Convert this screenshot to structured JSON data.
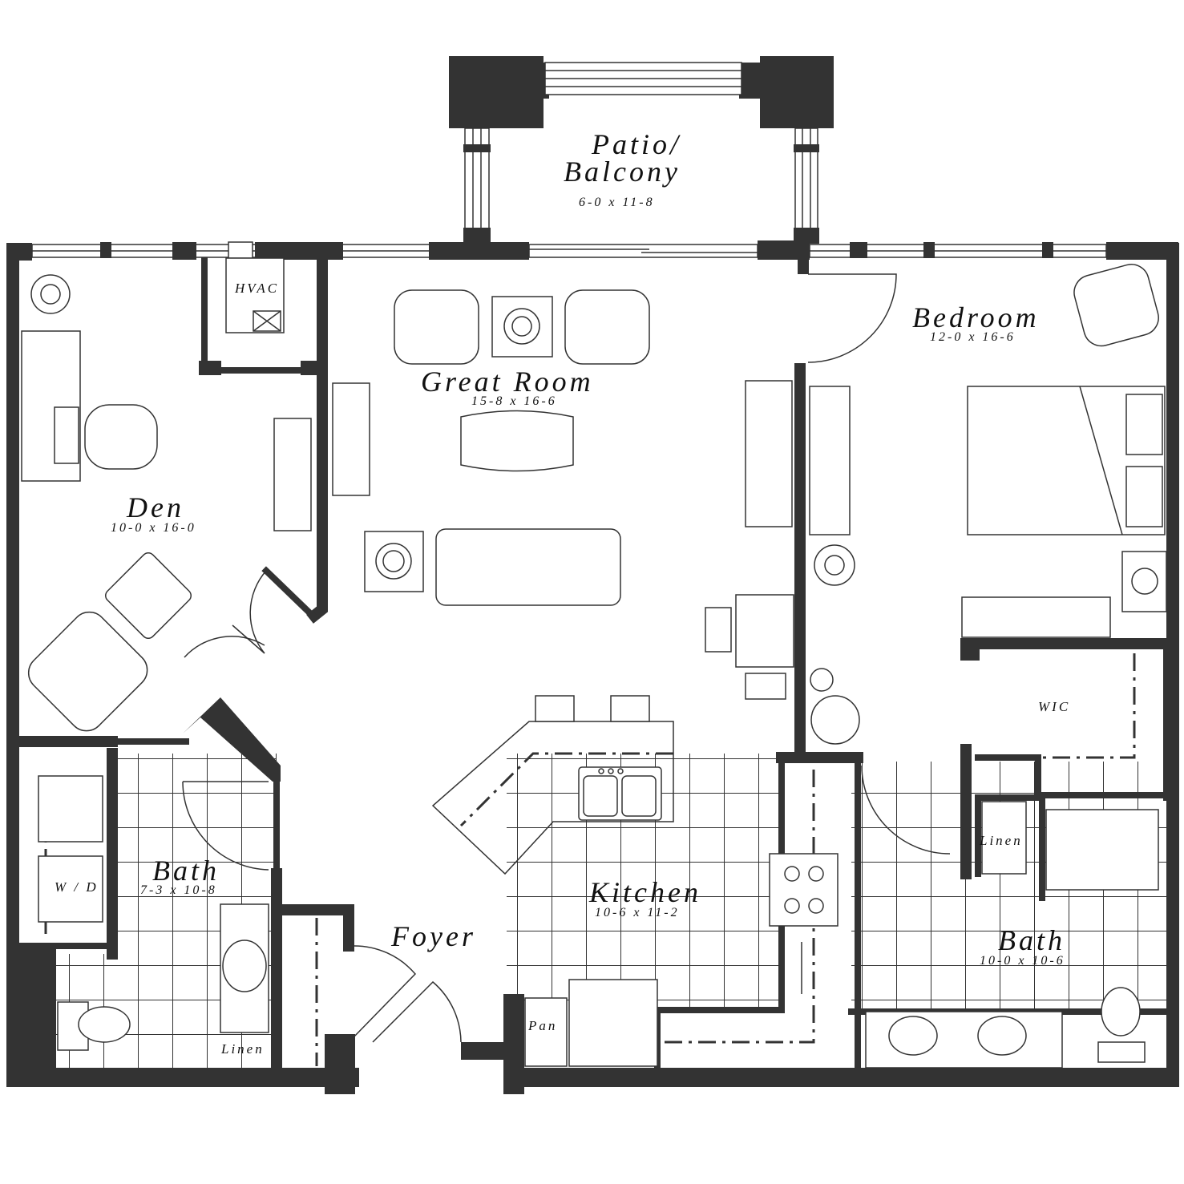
{
  "rooms": {
    "patio": {
      "name_line1": "Patio/",
      "name_line2": "Balcony",
      "dims": "6-0 x 11-8"
    },
    "great_room": {
      "name": "Great Room",
      "dims": "15-8 x 16-6"
    },
    "bedroom": {
      "name": "Bedroom",
      "dims": "12-0 x 16-6"
    },
    "den": {
      "name": "Den",
      "dims": "10-0 x 16-0"
    },
    "bath_left": {
      "name": "Bath",
      "dims": "7-3 x 10-8"
    },
    "kitchen": {
      "name": "Kitchen",
      "dims": "10-6 x 11-2"
    },
    "bath_right": {
      "name": "Bath",
      "dims": "10-0 x 10-6"
    },
    "foyer": {
      "name": "Foyer"
    }
  },
  "labels": {
    "hvac": "HVAC",
    "wic": "WIC",
    "washer_dryer": "W / D",
    "linen_left": "Linen",
    "linen_right": "Linen",
    "pantry": "Pan"
  },
  "colors": {
    "wall": "#333333",
    "background": "#ffffff"
  }
}
